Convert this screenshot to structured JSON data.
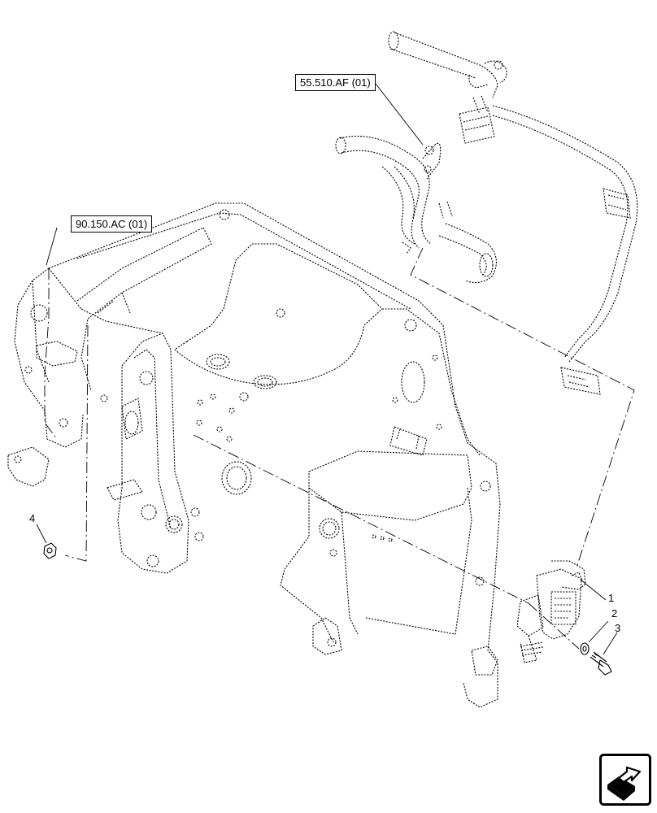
{
  "references": {
    "upper": "55.510.AF (01)",
    "left": "90.150.AC (01)"
  },
  "callouts": {
    "c1": "1",
    "c2": "2",
    "c3": "3",
    "c4": "4"
  },
  "nav_icon": "next-page-arrow-icon"
}
